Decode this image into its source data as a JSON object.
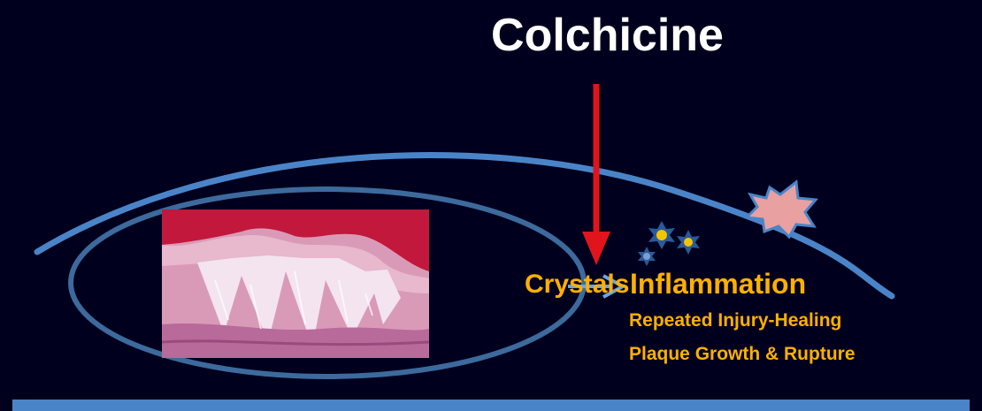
{
  "title": "Colchicine",
  "labels": {
    "crystals": "Crystals",
    "inflammation": "Inflammation",
    "effect_1": "Repeated Injury-Healing",
    "effect_2": "Plaque Growth & Rupture"
  },
  "colors": {
    "background": "#00001e",
    "title": "#ffffff",
    "label": "#ffb000",
    "vessel_line": "#4a84c8",
    "plaque_outline": "#3d6a9c",
    "inhibit_arrow": "#e0141c",
    "flow_arrow": "#6aa6e0",
    "base_band": "#4a84c8"
  },
  "icons": {
    "histology": "crystal-histology-image",
    "cells": "inflammatory-cell-icon",
    "rupture": "rupture-burst-icon"
  }
}
